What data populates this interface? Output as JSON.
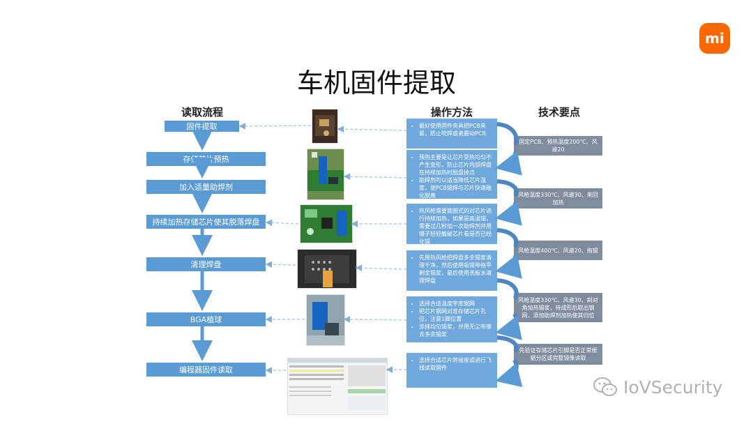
{
  "title": "车机固件提取",
  "headers": {
    "flow": "读取流程",
    "method": "操作方法",
    "tech": "技术要点"
  },
  "steps": [
    "固件提取",
    "存储芯片预热",
    "加入适量助焊剂",
    "持续加热存储芯片使其脱落焊盘",
    "清理焊盘",
    "BGA植球",
    "编程器固件读取"
  ],
  "methods": [
    [
      "最好使用固件夹具把PCB夹紧，防止吹焊或者震动PCB"
    ],
    [
      "预热主要是让芯片受热均匀不产生变形，防止芯片内部焊盘在持续加热时脱盘掉点",
      "助焊剂可以适当降低芯片温度，使PCB锡焊与芯片快速融化脱离"
    ],
    [
      "热风枪需要旋圈式的对芯片进行持续加热，如果是高温锡，需要过几秒加一次助焊剂并用镊子轻轻触碰芯片看是否已经化锡"
    ],
    [
      "先用热风枪把焊盘多余锡浆清理干净，然后使用吸锡带拖平剩余锡浆，最后使用洗板水清理焊盘"
    ],
    [
      "选择合适温度宇库钢网",
      "把芯片钢网对准存储芯片孔位，注意1脚位置",
      "涂抹均匀锡浆，并用无尘布擦去多余锡浆"
    ],
    [
      "选择合适芯片转接座或进行飞线读取固件"
    ]
  ],
  "tech": [
    "固定PCB、预热温度200℃、风速20",
    "风枪温度330℃、风速30、来回加热",
    "风枪温度400℃、风速20、拖锡",
    "风枪温度330℃、风速30、斜对角加热锡浆，待成形后取出钢网，添加助焊剂加热使其归位",
    "先验证存储芯片引脚是否正常根据分区或完整镜像读取"
  ],
  "watermark": "IoVSecurity",
  "logo": "mi",
  "colors": {
    "step": "#5b9bd5",
    "method": "#6fa8dc",
    "tech": "#7f8c9d",
    "logo": "#ff6700"
  }
}
